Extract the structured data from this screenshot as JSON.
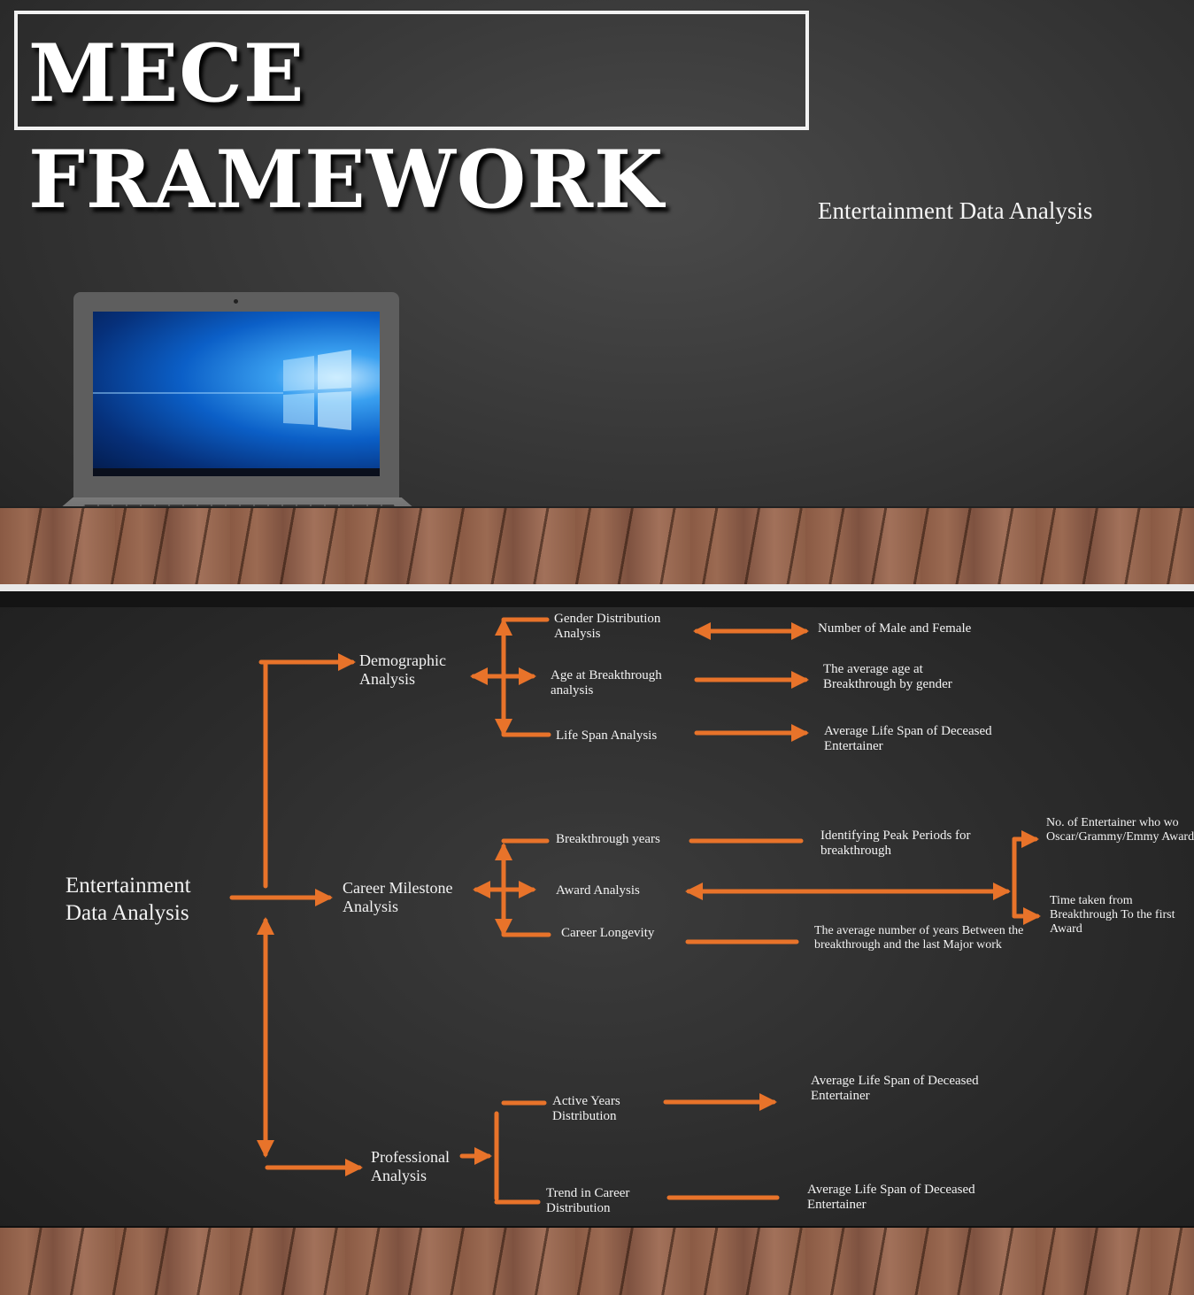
{
  "slide1": {
    "title_line1": "MECE",
    "title_line2": "FRAMEWORK",
    "subtitle": "Entertainment Data Analysis"
  },
  "diagram": {
    "root": "Entertainment Data Analysis",
    "branches": [
      {
        "label": "Demographic Analysis",
        "items": [
          {
            "label": "Gender Distribution Analysis",
            "detail": "Number of Male and Female"
          },
          {
            "label": "Age at Breakthrough analysis",
            "detail": "The average age at Breakthrough by gender"
          },
          {
            "label": "Life Span Analysis",
            "detail": "Average Life Span of Deceased Entertainer"
          }
        ]
      },
      {
        "label": "Career Milestone Analysis",
        "items": [
          {
            "label": "Breakthrough years",
            "detail": "Identifying Peak Periods for breakthrough"
          },
          {
            "label": "Award Analysis",
            "details": [
              "No. of Entertainer who wo Oscar/Grammy/Emmy Awards",
              "Time taken from Breakthrough To the first Award"
            ]
          },
          {
            "label": "Career Longevity",
            "detail": "The average number of years Between the breakthrough and the last Major work"
          }
        ]
      },
      {
        "label": "Professional Analysis",
        "items": [
          {
            "label": "Active Years Distribution",
            "detail": "Average Life Span of Deceased Entertainer"
          },
          {
            "label": "Trend in Career Distribution",
            "detail": "Average Life Span of Deceased Entertainer"
          }
        ]
      }
    ]
  },
  "colors": {
    "arrow": "#e8732a",
    "text": "#f2f2f2",
    "background": "#2e2e2e"
  }
}
